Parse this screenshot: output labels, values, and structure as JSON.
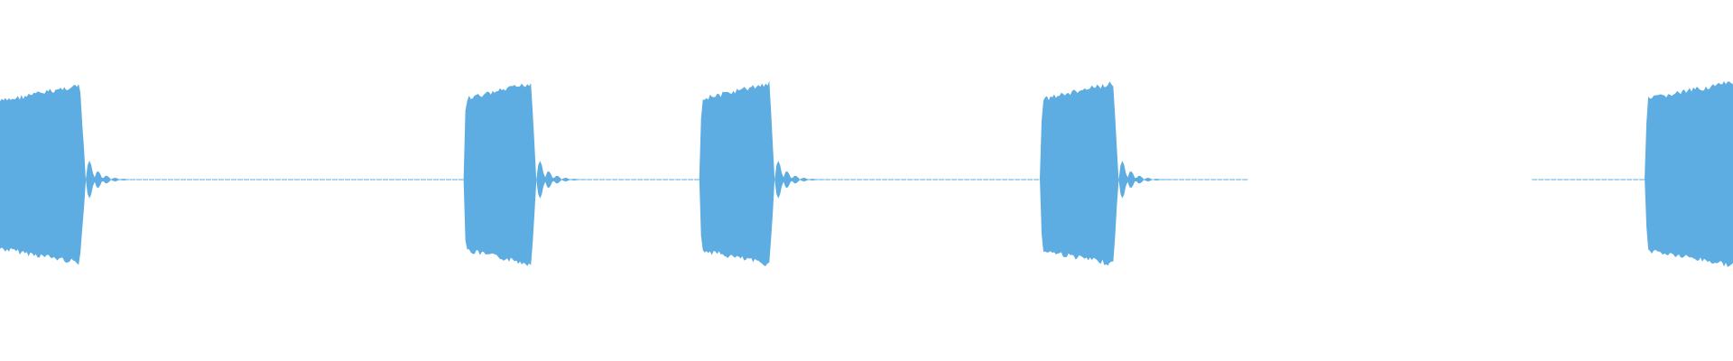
{
  "waveform": {
    "color": "#5dade2",
    "background": "#ffffff",
    "bursts": [
      {
        "start": 0.0,
        "end": 0.0495,
        "peak_amplitude": 0.98
      },
      {
        "start": 0.2675,
        "end": 0.3095,
        "peak_amplitude": 1.0
      },
      {
        "start": 0.4035,
        "end": 0.447,
        "peak_amplitude": 1.0
      },
      {
        "start": 0.6,
        "end": 0.6455,
        "peak_amplitude": 1.0
      },
      {
        "start": 0.949,
        "end": 1.0,
        "peak_amplitude": 1.0
      }
    ],
    "silence_segments": [
      {
        "start": 0.0495,
        "end": 0.2675
      },
      {
        "start": 0.3095,
        "end": 0.4035
      },
      {
        "start": 0.447,
        "end": 0.72
      },
      {
        "start": 0.884,
        "end": 0.949
      }
    ]
  }
}
